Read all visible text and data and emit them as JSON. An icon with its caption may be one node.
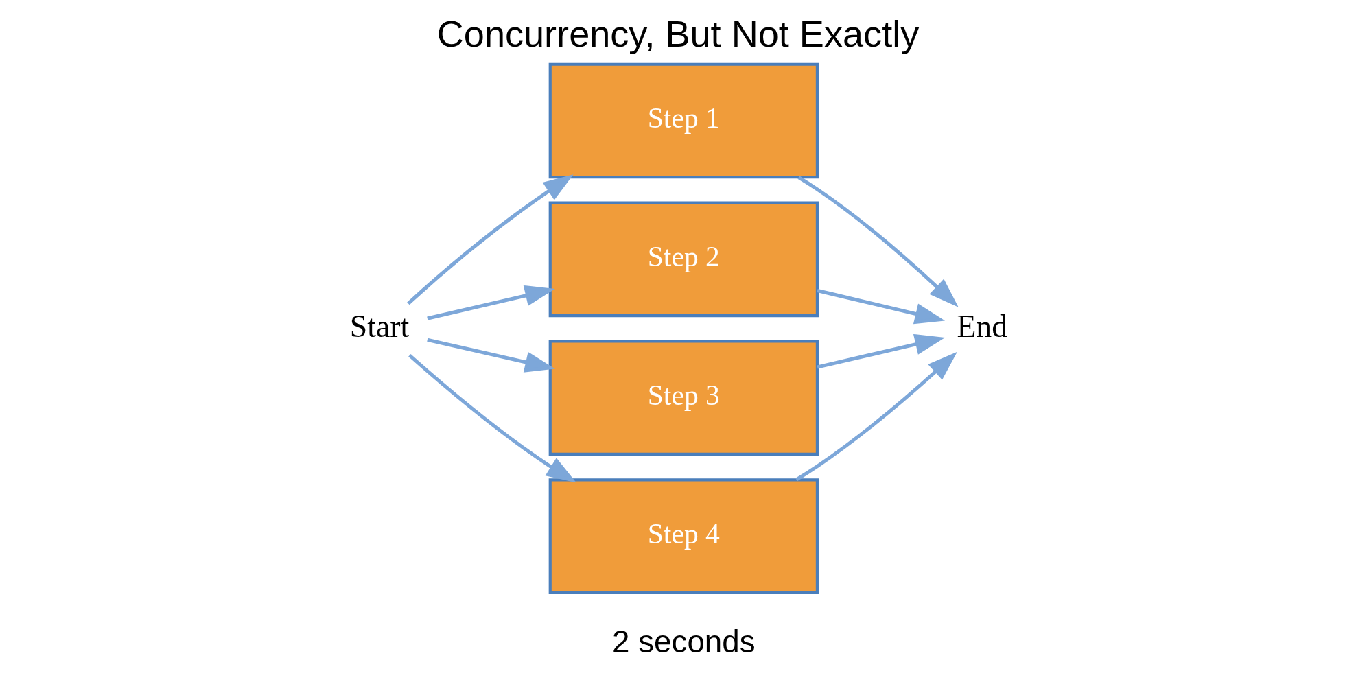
{
  "diagram": {
    "title": "Concurrency, But Not Exactly",
    "nodes": [
      {
        "text": [
          "Start"
        ]
      },
      {
        "text": [
          "Step 1"
        ]
      },
      {
        "text": [
          "Step 2"
        ]
      },
      {
        "text": [
          "Step 3"
        ]
      },
      {
        "text": [
          "Step 4"
        ]
      },
      {
        "text": [
          "End"
        ]
      }
    ],
    "edges": [
      {
        "from": 0,
        "to": 1,
        "arrow": "to"
      },
      {
        "from": 0,
        "to": 2,
        "arrow": "to"
      },
      {
        "from": 0,
        "to": 3,
        "arrow": "to"
      },
      {
        "from": 0,
        "to": 4,
        "arrow": "to"
      },
      {
        "from": 1,
        "to": 5,
        "arrow": "to"
      },
      {
        "from": 2,
        "to": 5,
        "arrow": "to"
      },
      {
        "from": 3,
        "to": 5,
        "arrow": "to"
      },
      {
        "from": 4,
        "to": 5,
        "arrow": "to"
      }
    ],
    "labels": [
      "2 seconds"
    ]
  }
}
